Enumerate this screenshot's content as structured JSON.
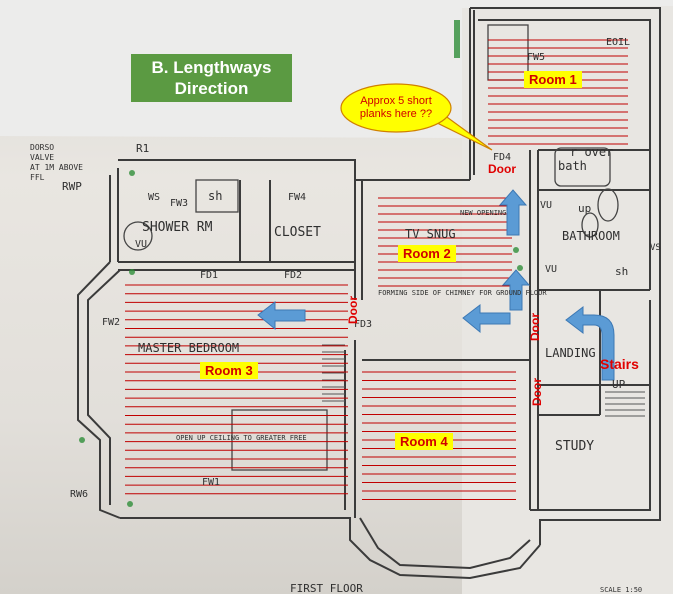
{
  "title": {
    "line1": "B.  Lengthways",
    "line2": "Direction"
  },
  "rooms": [
    {
      "id": "room1",
      "label": "Room 1"
    },
    {
      "id": "room2",
      "label": "Room 2"
    },
    {
      "id": "room3",
      "label": "Room 3"
    },
    {
      "id": "room4",
      "label": "Room 4"
    }
  ],
  "doors": {
    "d1": "Door",
    "d2": "Door",
    "d3": "Door",
    "d4": "Door"
  },
  "callout": {
    "line1": "Approx 5 short",
    "line2": "planks here ??"
  },
  "stairs": "Stairs",
  "plan_labels": {
    "shower": "SHOWER RM",
    "closet": "CLOSET",
    "tvsnug": "TV SNUG",
    "bathroom": "BATHROOM",
    "master": "MASTER BEDROOM",
    "landing": "LANDING",
    "study": "STUDY",
    "up": "UP",
    "over": "r over",
    "bath": "bath",
    "sh1": "sh",
    "sh2": "sh",
    "up2": "up",
    "fw3": "FW3",
    "fw4": "FW4",
    "fw2": "FW2",
    "fw1": "FW1",
    "fw5": "FW5",
    "fd1": "FD1",
    "fd2": "FD2",
    "fd3": "FD3",
    "fd4": "FD4",
    "vu1": "VU",
    "vu2": "VU",
    "vu3": "VU",
    "ws": "WS",
    "r1": "R1",
    "rwp": "RWP",
    "rw6": "RW6",
    "eoil": "EOIL",
    "vs": "VS",
    "note1": "NEW OPENING",
    "note2": "FORMING SIDE OF CHIMNEY FOR GROUND FLOOR",
    "note3": "OPEN UP CEILING TO GREATER FREE",
    "valve1": "DORSO",
    "valve2": "VALVE",
    "valve3": "AT 1M ABOVE",
    "valve4": "FFL",
    "bottom": "FIRST FLOOR",
    "corner": "SCALE 1:50"
  },
  "colors": {
    "plank": "#c00000",
    "arrow": "#5b9bd5",
    "title_bg": "#5b9a42",
    "label_bg": "#ffff00",
    "label_text": "#d00000"
  },
  "icons": [
    "arrow-up-icon",
    "arrow-left-icon",
    "arrow-turn-icon"
  ]
}
